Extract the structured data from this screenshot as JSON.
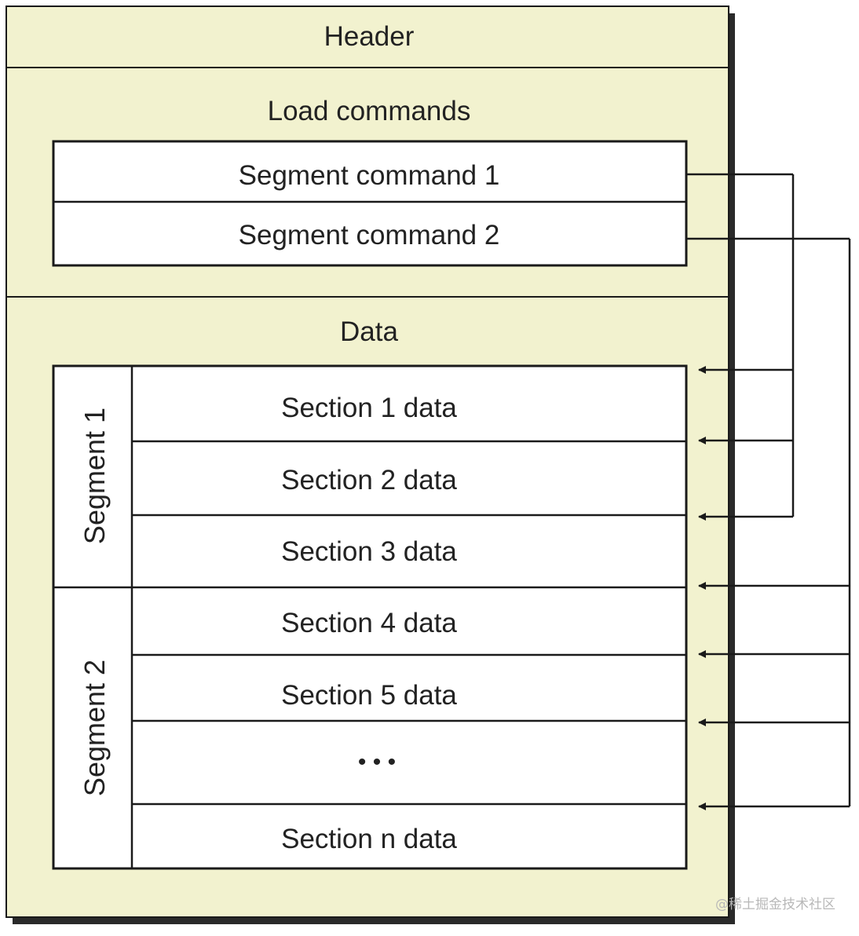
{
  "colors": {
    "file_fill": "#f2f2cf",
    "box_fill": "#ffffff",
    "line": "#1a1a1a",
    "shadow": "#2a2a2a"
  },
  "header": {
    "label": "Header"
  },
  "load_commands": {
    "label": "Load commands",
    "segment_commands": [
      "Segment command 1",
      "Segment command 2"
    ]
  },
  "data": {
    "label": "Data",
    "segments": [
      {
        "label": "Segment 1",
        "sections": [
          "Section 1 data",
          "Section 2 data",
          "Section 3 data"
        ]
      },
      {
        "label": "Segment 2",
        "sections": [
          "Section 4 data",
          "Section 5 data",
          "• • •",
          "Section n data"
        ]
      }
    ]
  },
  "watermark": "@稀土掘金技术社区"
}
